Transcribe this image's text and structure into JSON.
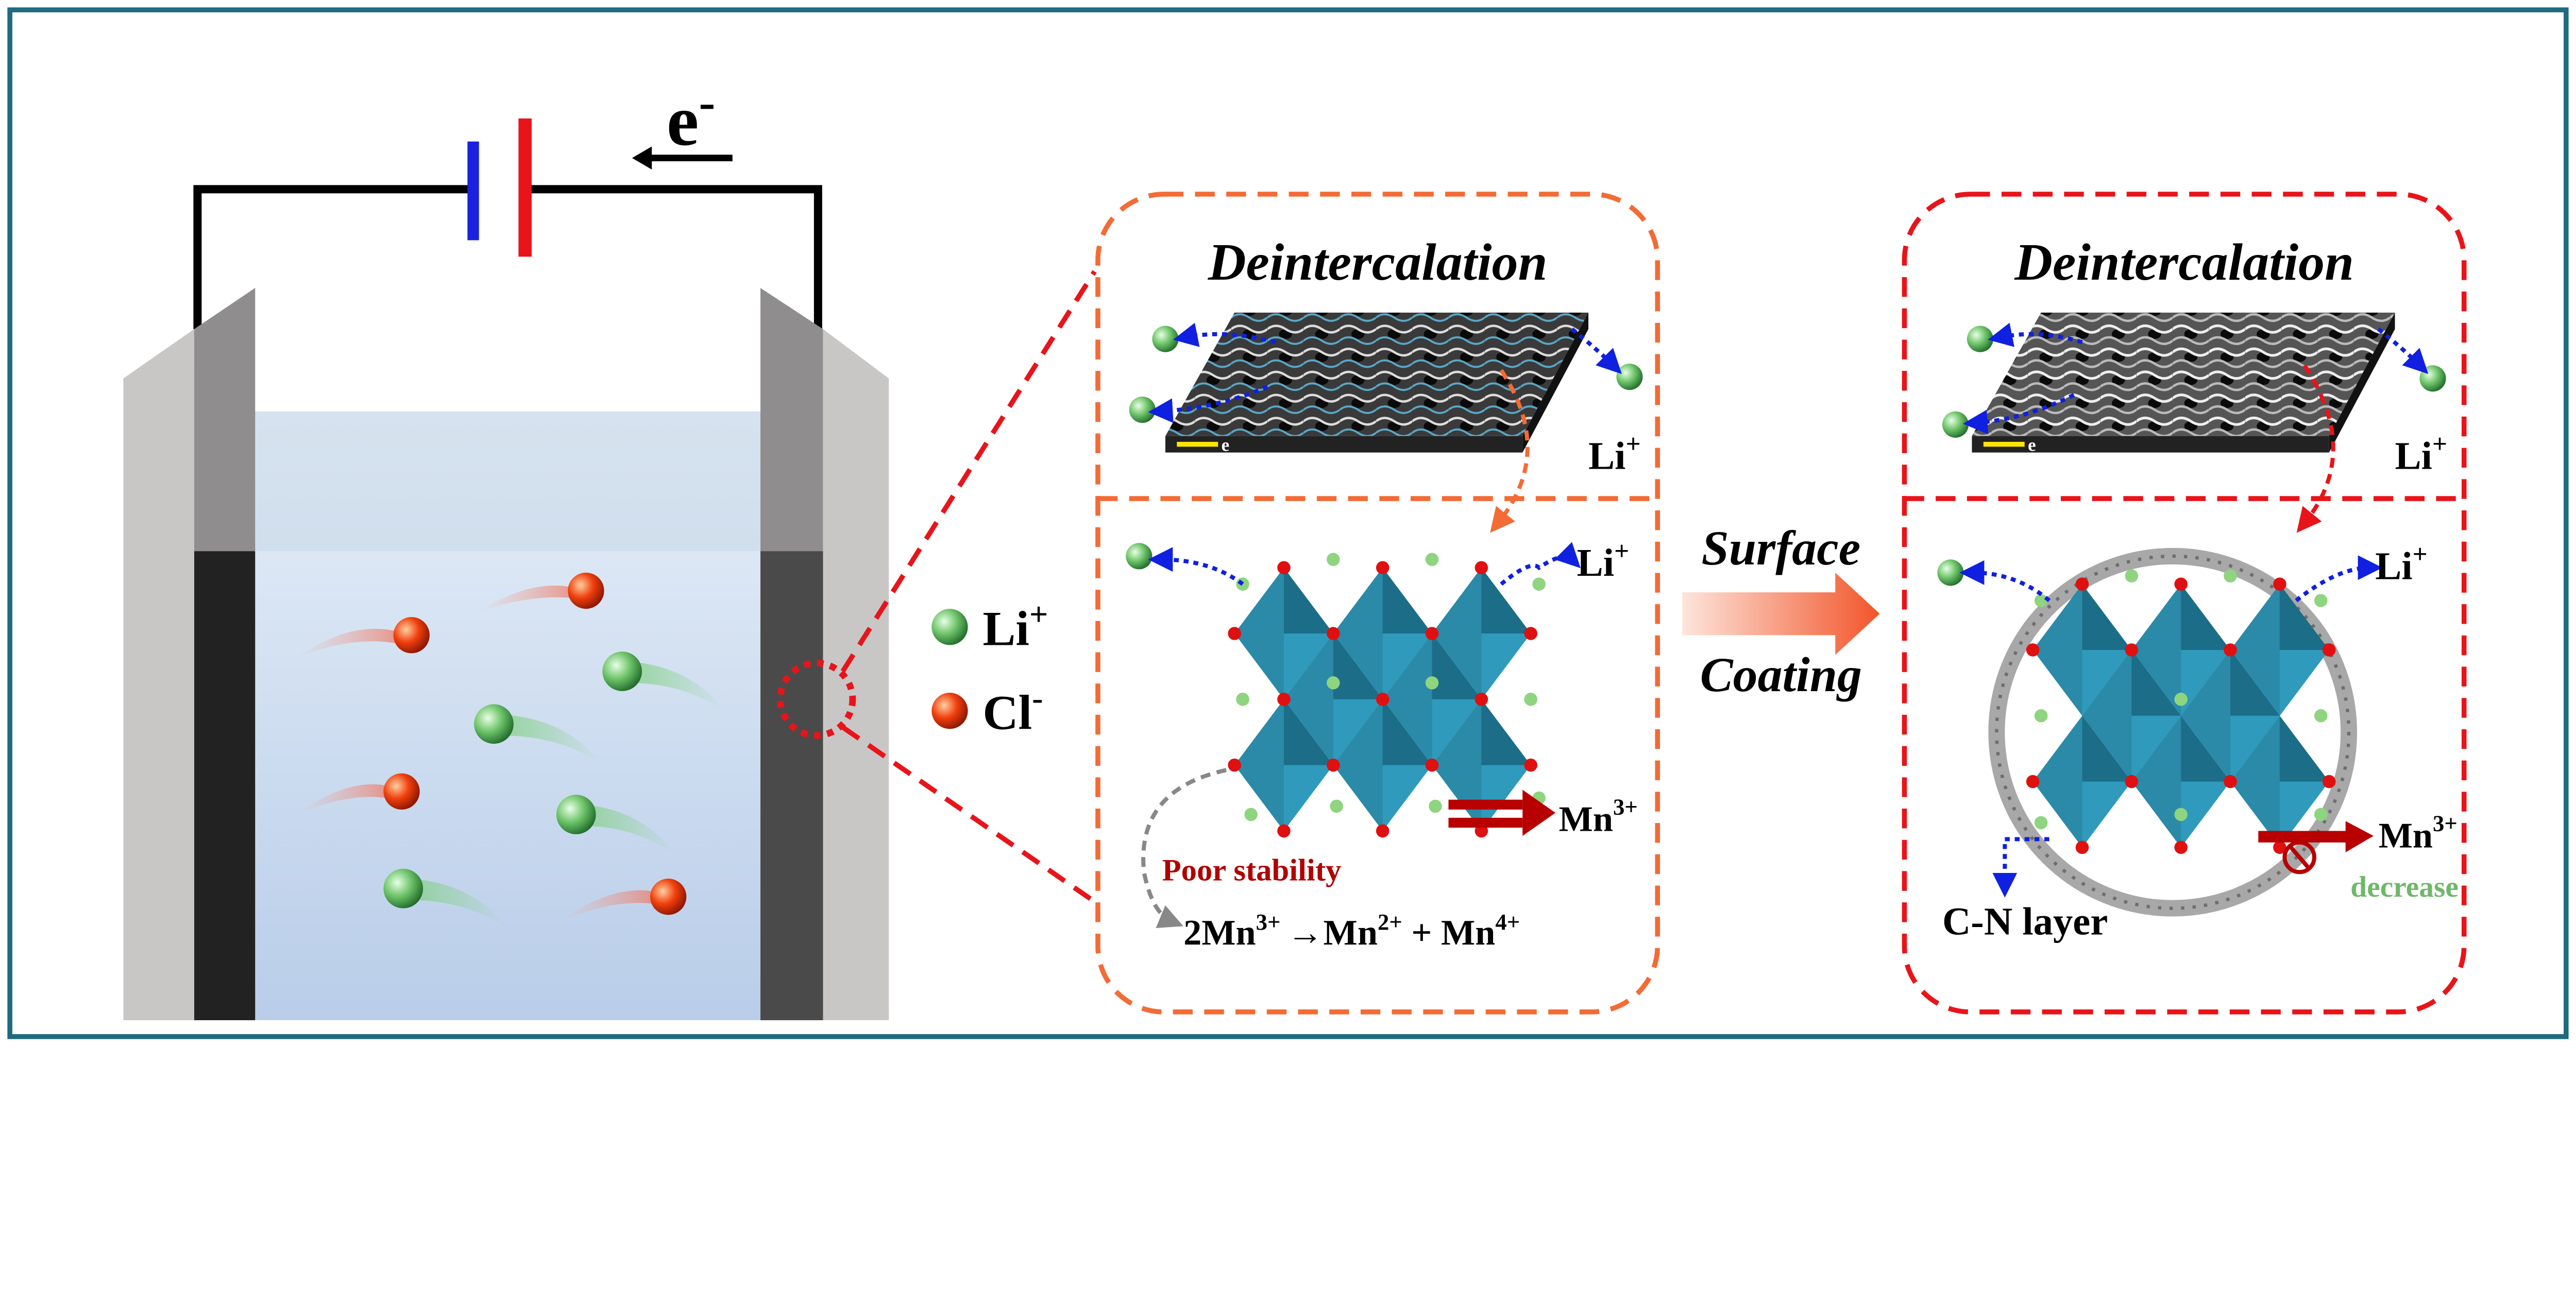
{
  "battery": {
    "electron_label": "e",
    "electron_sup": "-"
  },
  "legend": [
    {
      "symbol": "Li",
      "charge": "+",
      "color": "#6fc46a"
    },
    {
      "symbol": "Cl",
      "charge": "-",
      "color": "#f0622e"
    }
  ],
  "uncoated_panel": {
    "title": "Deintercalation",
    "li_label": "Li",
    "li_sup": "+",
    "sheet_electron": "e",
    "mn_label": "Mn",
    "mn_sup": "3+",
    "stability_label": "Poor stability",
    "reaction": {
      "lhs": "2Mn",
      "lhs_sup": "3+",
      "arrow": "→",
      "p1": "Mn",
      "p1_sup": "2+",
      "plus": " + ",
      "p2": "Mn",
      "p2_sup": "4+"
    },
    "border_color": "#f36b35"
  },
  "process_arrow": {
    "line1": "Surface",
    "line2": "Coating"
  },
  "coated_panel": {
    "title": "Deintercalation",
    "li_label": "Li",
    "li_sup": "+",
    "sheet_electron": "e",
    "mn_label": "Mn",
    "mn_sup": "3+",
    "decrease_label": "decrease",
    "layer_label": "C-N layer",
    "border_color": "#e8141a"
  },
  "colors": {
    "frame": "#1f6b80",
    "octahedra": "#2a8aa8",
    "oxygen": "#e01010",
    "lithium": "#8fd47f",
    "mn_arrow": "#b80000"
  }
}
